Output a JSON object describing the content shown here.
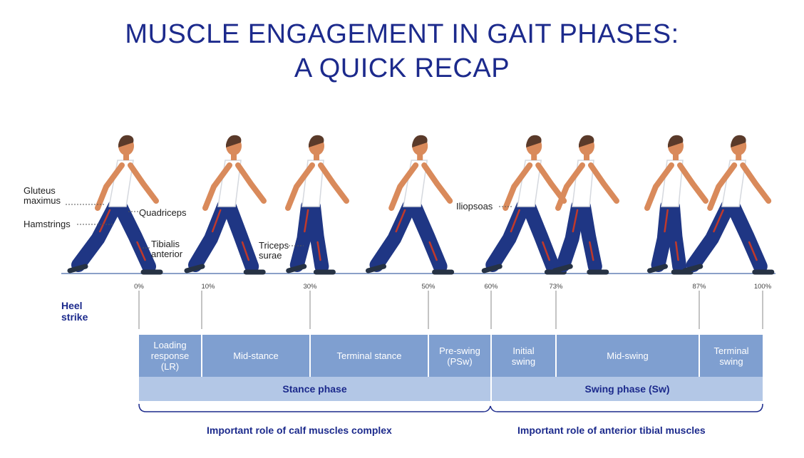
{
  "title": {
    "line1": "MUSCLE ENGAGEMENT IN GAIT PHASES:",
    "line2": "A QUICK RECAP"
  },
  "muscle_labels": {
    "gluteus": "Gluteus\nmaximus",
    "hamstrings": "Hamstrings",
    "quadriceps": "Quadriceps",
    "tibialis": "Tibialis\nanterior",
    "triceps": "Triceps\nsurae",
    "iliopsoas": "Iliopsoas"
  },
  "heel_strike": "Heel\nstrike",
  "percent_ticks": [
    "0%",
    "10%",
    "30%",
    "50%",
    "60%",
    "73%",
    "87%",
    "100%"
  ],
  "phases": [
    "Loading\nresponse\n(LR)",
    "Mid-stance",
    "Terminal stance",
    "Pre-swing\n(PSw)",
    "Initial\nswing",
    "Mid-swing",
    "Terminal\nswing"
  ],
  "bands": {
    "stance": "Stance phase",
    "swing": "Swing phase (Sw)"
  },
  "roles": {
    "stance": "Important role of calf muscles complex",
    "swing": "Important role of anterior tibial muscles"
  },
  "colors": {
    "title": "#1c2a8c",
    "phase_box": "#7f9fd0",
    "phase_band": "#b3c7e6",
    "pants": "#1f3684",
    "skin": "#d98a5b",
    "hair": "#5a3a2a",
    "muscle_highlight": "#c0392b"
  }
}
